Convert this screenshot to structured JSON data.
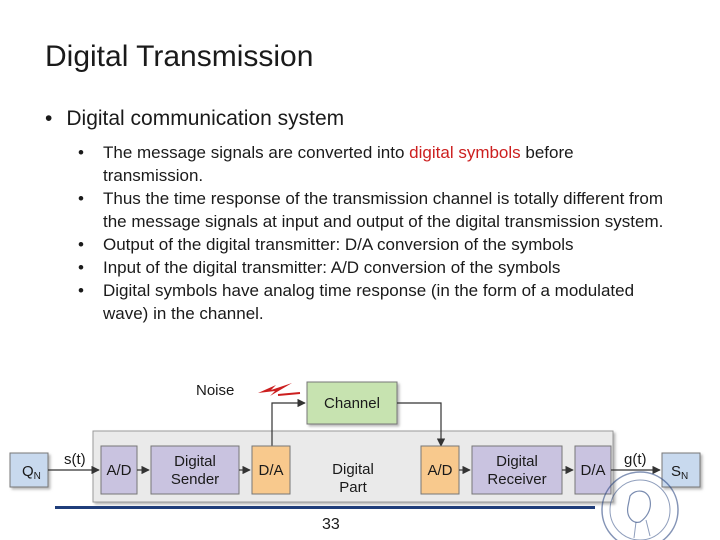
{
  "slide": {
    "title": "Digital Transmission",
    "level1": "Digital communication system",
    "bullets": [
      {
        "pre": "The message signals are converted into ",
        "highlight": "digital symbols",
        "post": " before transmission."
      },
      {
        "pre": "Thus the time response of the transmission channel is totally different from the message signals at input and output of the digital transmission system.",
        "highlight": "",
        "post": ""
      },
      {
        "pre": "Output of the digital transmitter: D/A conversion of the symbols",
        "highlight": "",
        "post": ""
      },
      {
        "pre": "Input of the digital transmitter: A/D conversion of the symbols",
        "highlight": "",
        "post": ""
      },
      {
        "pre": "Digital symbols have analog time response (in the form of a modulated wave) in the channel.",
        "highlight": "",
        "post": ""
      }
    ],
    "page_number": "33"
  },
  "diagram": {
    "noise_label": "Noise",
    "channel_label": "Channel",
    "qn_label": "Q",
    "qn_sub": "N",
    "sn_label": "S",
    "sn_sub": "N",
    "input_signal": "s(t)",
    "output_signal": "g(t)",
    "ad_in_label": "A/D",
    "digital_sender": [
      "Digital",
      "Sender"
    ],
    "da_out_label": "D/A",
    "digital_part": [
      "Digital",
      "Part"
    ],
    "ad_recv_label": "A/D",
    "digital_receiver": [
      "Digital",
      "Receiver"
    ],
    "da_final_label": "D/A",
    "colors": {
      "green": "#c7e3b0",
      "purple": "#c9c3e0",
      "orange": "#f8c98d",
      "light_blue": "#c8d9ee",
      "system_bg": "#eaeaea",
      "red": "#cc1f1f"
    }
  }
}
